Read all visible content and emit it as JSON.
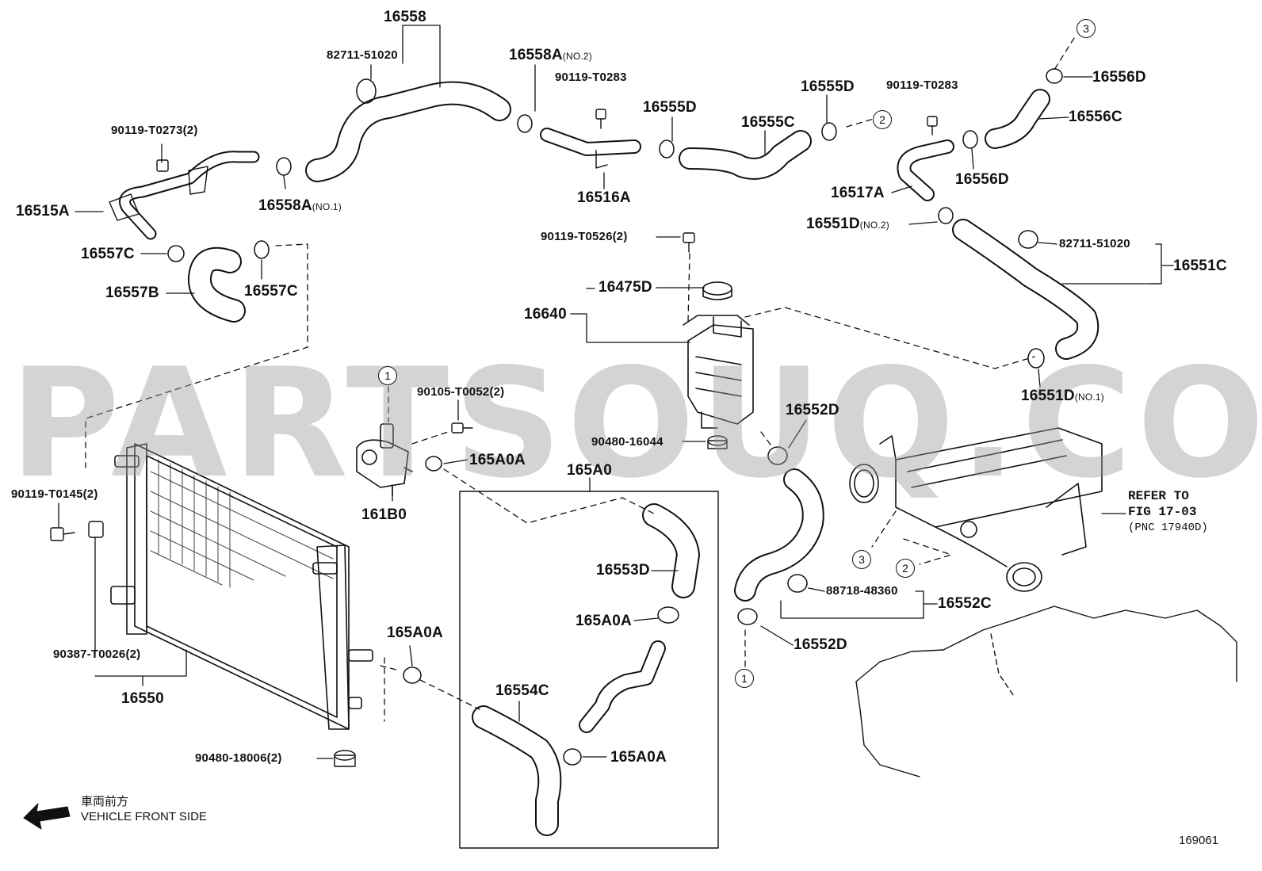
{
  "watermark": "PARTSOUQ.COM",
  "figure_number": "169061",
  "direction": {
    "japanese": "車両前方",
    "english": "VEHICLE FRONT SIDE",
    "icon": "arrow-left-icon"
  },
  "refer_note": {
    "line1": "REFER TO",
    "line2": "FIG 17-03",
    "line3": "(PNC 17940D)"
  },
  "callouts": [
    "1",
    "2",
    "3"
  ],
  "labels": {
    "l16558": "16558",
    "l82711_top": "82711-51020",
    "l16558A_no2": "16558A",
    "sub_no2": "(NO.2)",
    "l90119_t0283_a": "90119-T0283",
    "l16555D_a": "16555D",
    "l16555D_b": "16555D",
    "l16555C": "16555C",
    "l90119_t0283_b": "90119-T0283",
    "l16556D_top": "16556D",
    "l16556C": "16556C",
    "l90119_t0273": "90119-T0273(2)",
    "l16515A": "16515A",
    "l16558A_no1": "16558A",
    "sub_no1": "(NO.1)",
    "l16516A": "16516A",
    "l16517A": "16517A",
    "l16556D_b": "16556D",
    "l16551D_no2": "16551D",
    "sub_16551D_no2": "(NO.2)",
    "l90119_t0526": "90119-T0526(2)",
    "l82711_right": "82711-51020",
    "l16551C": "16551C",
    "l16557C_a": "16557C",
    "l16557B": "16557B",
    "l16557C_b": "16557C",
    "l16475D": "16475D",
    "l16640": "16640",
    "l16551D_no1": "16551D",
    "sub_16551D_no1": "(NO.1)",
    "l90105": "90105-T0052(2)",
    "l165A0A_a": "165A0A",
    "l90480_16044": "90480-16044",
    "l16552D_a": "16552D",
    "l165A0": "165A0",
    "l90119_t0145": "90119-T0145(2)",
    "l161B0": "161B0",
    "l16553D": "16553D",
    "l165A0A_b": "165A0A",
    "l88718": "88718-48360",
    "l16552C": "16552C",
    "l90387": "90387-T0026(2)",
    "l165A0A_c": "165A0A",
    "l16552D_b": "16552D",
    "l16554C": "16554C",
    "l16550": "16550",
    "l90480_18006": "90480-18006(2)",
    "l165A0A_d": "165A0A"
  }
}
